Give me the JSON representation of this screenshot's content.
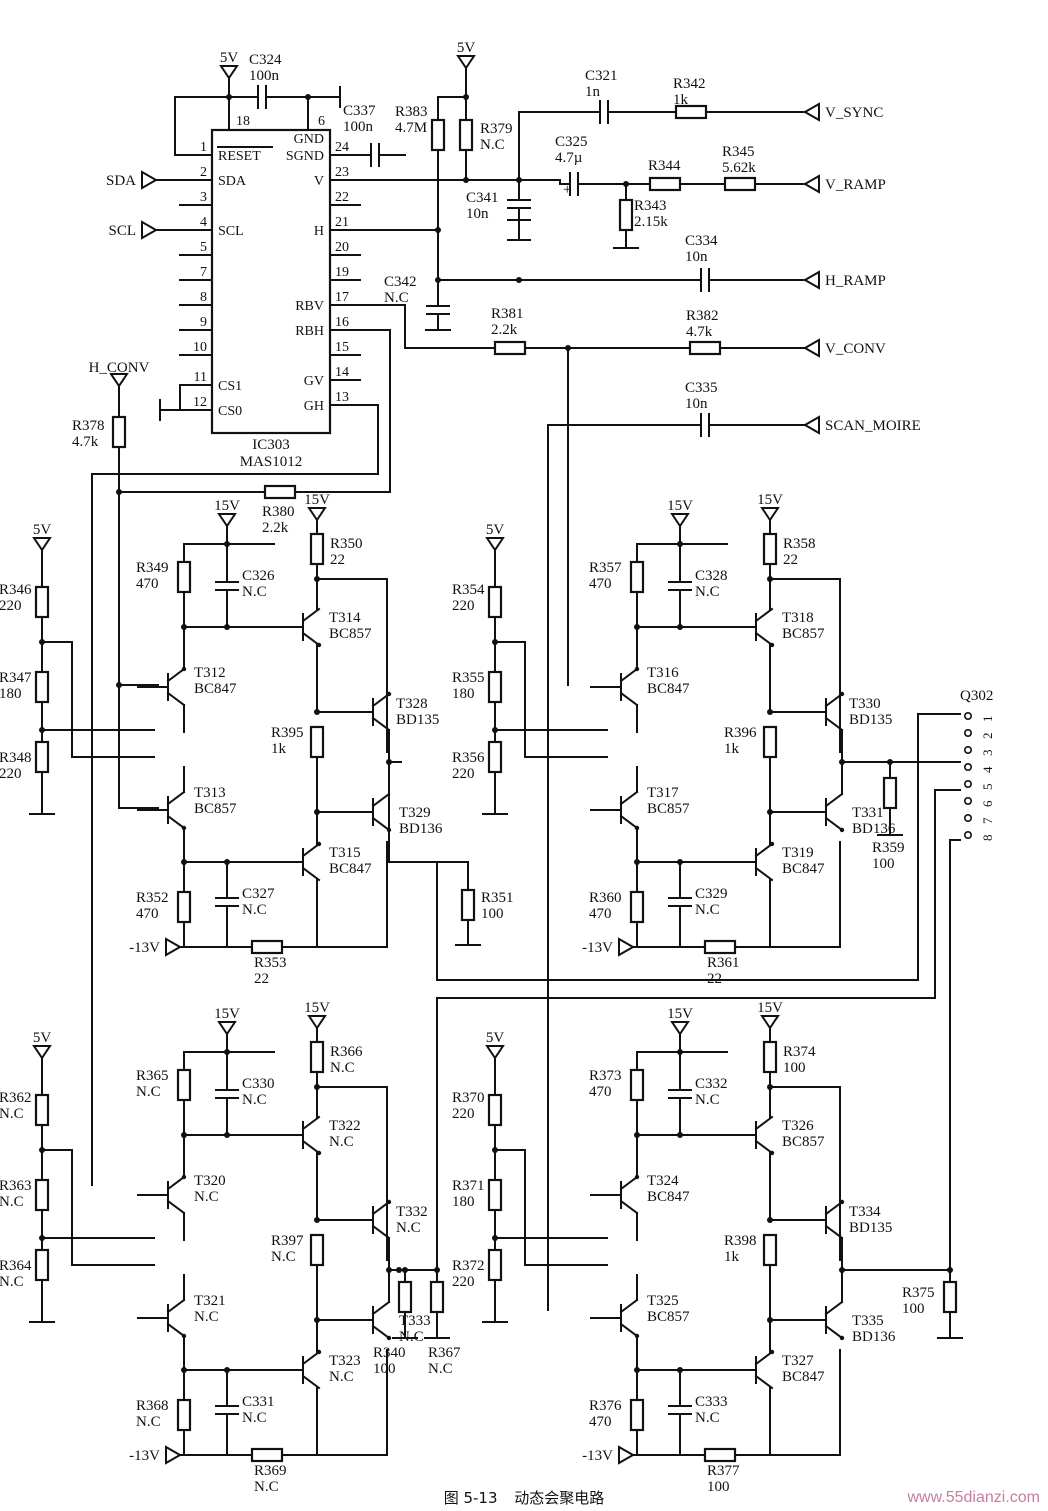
{
  "ic": {
    "ref": "IC303",
    "part": "MAS1012",
    "left_pins": [
      {
        "n": "1",
        "name": "RESET"
      },
      {
        "n": "2",
        "name": "SDA"
      },
      {
        "n": "3",
        "name": ""
      },
      {
        "n": "4",
        "name": "SCL"
      },
      {
        "n": "5",
        "name": ""
      },
      {
        "n": "7",
        "name": ""
      },
      {
        "n": "8",
        "name": ""
      },
      {
        "n": "9",
        "name": ""
      },
      {
        "n": "10",
        "name": ""
      },
      {
        "n": "11",
        "name": "CS1"
      },
      {
        "n": "12",
        "name": "CS0"
      }
    ],
    "right_pins": [
      {
        "n": "24",
        "name": "SGND"
      },
      {
        "n": "23",
        "name": "V"
      },
      {
        "n": "22",
        "name": ""
      },
      {
        "n": "21",
        "name": "H"
      },
      {
        "n": "20",
        "name": ""
      },
      {
        "n": "19",
        "name": ""
      },
      {
        "n": "17",
        "name": "RBV"
      },
      {
        "n": "16",
        "name": "RBH"
      },
      {
        "n": "15",
        "name": ""
      },
      {
        "n": "14",
        "name": "GV"
      },
      {
        "n": "13",
        "name": "GH"
      }
    ],
    "top_pins": {
      "p18": "18",
      "p6": "6",
      "gnd": "GND"
    }
  },
  "ports": {
    "sda": "SDA",
    "scl": "SCL",
    "h_conv": "H_CONV",
    "v_sync": "V_SYNC",
    "v_ramp": "V_RAMP",
    "h_ramp": "H_RAMP",
    "v_conv": "V_CONV",
    "scan_moire": "SCAN_MOIRE"
  },
  "connector": {
    "ref": "Q302",
    "pins": [
      "1",
      "2",
      "3",
      "4",
      "5",
      "6",
      "7",
      "8"
    ]
  },
  "parts": [
    {
      "id": "c324",
      "ref": "C324",
      "val": "100n"
    },
    {
      "id": "c337",
      "ref": "C337",
      "val": "100n"
    },
    {
      "id": "r383",
      "ref": "R383",
      "val": "4.7M"
    },
    {
      "id": "r379",
      "ref": "R379",
      "val": "N.C"
    },
    {
      "id": "c321",
      "ref": "C321",
      "val": "1n"
    },
    {
      "id": "r342",
      "ref": "R342",
      "val": "1k"
    },
    {
      "id": "c325",
      "ref": "C325",
      "val": "4.7µ"
    },
    {
      "id": "r344",
      "ref": "R344",
      "val": ""
    },
    {
      "id": "r345",
      "ref": "R345",
      "val": "5.62k"
    },
    {
      "id": "c341",
      "ref": "C341",
      "val": "10n"
    },
    {
      "id": "r343",
      "ref": "R343",
      "val": "2.15k"
    },
    {
      "id": "c334",
      "ref": "C334",
      "val": "10n"
    },
    {
      "id": "c342",
      "ref": "C342",
      "val": "N.C"
    },
    {
      "id": "r381",
      "ref": "R381",
      "val": "2.2k"
    },
    {
      "id": "r382",
      "ref": "R382",
      "val": "4.7k"
    },
    {
      "id": "c335",
      "ref": "C335",
      "val": "10n"
    },
    {
      "id": "r378",
      "ref": "R378",
      "val": "4.7k"
    },
    {
      "id": "r380",
      "ref": "R380",
      "val": "2.2k"
    },
    {
      "id": "r346",
      "ref": "R346",
      "val": "220"
    },
    {
      "id": "r347",
      "ref": "R347",
      "val": "180"
    },
    {
      "id": "r348",
      "ref": "R348",
      "val": "220"
    },
    {
      "id": "r349",
      "ref": "R349",
      "val": "470"
    },
    {
      "id": "c326",
      "ref": "C326",
      "val": "N.C"
    },
    {
      "id": "r350",
      "ref": "R350",
      "val": "22"
    },
    {
      "id": "t314",
      "ref": "T314",
      "val": "BC857"
    },
    {
      "id": "t312",
      "ref": "T312",
      "val": "BC847"
    },
    {
      "id": "t328",
      "ref": "T328",
      "val": "BD135"
    },
    {
      "id": "r395",
      "ref": "R395",
      "val": "1k"
    },
    {
      "id": "t313",
      "ref": "T313",
      "val": "BC857"
    },
    {
      "id": "t329",
      "ref": "T329",
      "val": "BD136"
    },
    {
      "id": "t315",
      "ref": "T315",
      "val": "BC847"
    },
    {
      "id": "r352",
      "ref": "R352",
      "val": "470"
    },
    {
      "id": "c327",
      "ref": "C327",
      "val": "N.C"
    },
    {
      "id": "r351",
      "ref": "R351",
      "val": "100"
    },
    {
      "id": "r353",
      "ref": "R353",
      "val": "22"
    },
    {
      "id": "r354",
      "ref": "R354",
      "val": "220"
    },
    {
      "id": "r355",
      "ref": "R355",
      "val": "180"
    },
    {
      "id": "r356",
      "ref": "R356",
      "val": "220"
    },
    {
      "id": "r357",
      "ref": "R357",
      "val": "470"
    },
    {
      "id": "c328",
      "ref": "C328",
      "val": "N.C"
    },
    {
      "id": "r358",
      "ref": "R358",
      "val": "22"
    },
    {
      "id": "t318",
      "ref": "T318",
      "val": "BC857"
    },
    {
      "id": "t316",
      "ref": "T316",
      "val": "BC847"
    },
    {
      "id": "t330",
      "ref": "T330",
      "val": "BD135"
    },
    {
      "id": "r396",
      "ref": "R396",
      "val": "1k"
    },
    {
      "id": "t317",
      "ref": "T317",
      "val": "BC857"
    },
    {
      "id": "t331",
      "ref": "T331",
      "val": "BD136"
    },
    {
      "id": "r359",
      "ref": "R359",
      "val": "100"
    },
    {
      "id": "t319",
      "ref": "T319",
      "val": "BC847"
    },
    {
      "id": "r360",
      "ref": "R360",
      "val": "470"
    },
    {
      "id": "c329",
      "ref": "C329",
      "val": "N.C"
    },
    {
      "id": "r361",
      "ref": "R361",
      "val": "22"
    },
    {
      "id": "r362",
      "ref": "R362",
      "val": "N.C"
    },
    {
      "id": "r363",
      "ref": "R363",
      "val": "N.C"
    },
    {
      "id": "r364",
      "ref": "R364",
      "val": "N.C"
    },
    {
      "id": "r365",
      "ref": "R365",
      "val": "N.C"
    },
    {
      "id": "c330",
      "ref": "C330",
      "val": "N.C"
    },
    {
      "id": "r366",
      "ref": "R366",
      "val": "N.C"
    },
    {
      "id": "t322",
      "ref": "T322",
      "val": "N.C"
    },
    {
      "id": "t320",
      "ref": "T320",
      "val": "N.C"
    },
    {
      "id": "t332",
      "ref": "T332",
      "val": "N.C"
    },
    {
      "id": "r397",
      "ref": "R397",
      "val": "N.C"
    },
    {
      "id": "t333",
      "ref": "T333",
      "val": "N.C"
    },
    {
      "id": "t321",
      "ref": "T321",
      "val": "N.C"
    },
    {
      "id": "t323",
      "ref": "T323",
      "val": "N.C"
    },
    {
      "id": "r368",
      "ref": "R368",
      "val": "N.C"
    },
    {
      "id": "c331",
      "ref": "C331",
      "val": "N.C"
    },
    {
      "id": "r340",
      "ref": "R340",
      "val": "100"
    },
    {
      "id": "r367",
      "ref": "R367",
      "val": "N.C"
    },
    {
      "id": "r369",
      "ref": "R369",
      "val": "N.C"
    },
    {
      "id": "r370",
      "ref": "R370",
      "val": "220"
    },
    {
      "id": "r371",
      "ref": "R371",
      "val": "180"
    },
    {
      "id": "r372",
      "ref": "R372",
      "val": "220"
    },
    {
      "id": "r373",
      "ref": "R373",
      "val": "470"
    },
    {
      "id": "c332",
      "ref": "C332",
      "val": "N.C"
    },
    {
      "id": "r374",
      "ref": "R374",
      "val": "100"
    },
    {
      "id": "t326",
      "ref": "T326",
      "val": "BC857"
    },
    {
      "id": "t324",
      "ref": "T324",
      "val": "BC847"
    },
    {
      "id": "t334",
      "ref": "T334",
      "val": "BD135"
    },
    {
      "id": "r398",
      "ref": "R398",
      "val": "1k"
    },
    {
      "id": "t335",
      "ref": "T335",
      "val": "BD136"
    },
    {
      "id": "r375",
      "ref": "R375",
      "val": "100"
    },
    {
      "id": "t325",
      "ref": "T325",
      "val": "BC857"
    },
    {
      "id": "t327",
      "ref": "T327",
      "val": "BC847"
    },
    {
      "id": "r376",
      "ref": "R376",
      "val": "470"
    },
    {
      "id": "c333",
      "ref": "C333",
      "val": "N.C"
    },
    {
      "id": "r377",
      "ref": "R377",
      "val": "100"
    }
  ],
  "rails": {
    "v5": "5V",
    "v15": "15V",
    "vneg13": "-13V"
  },
  "caption": {
    "number": "图 5-13",
    "title": "动态会聚电路"
  },
  "watermark": "www.55dianzi.com"
}
